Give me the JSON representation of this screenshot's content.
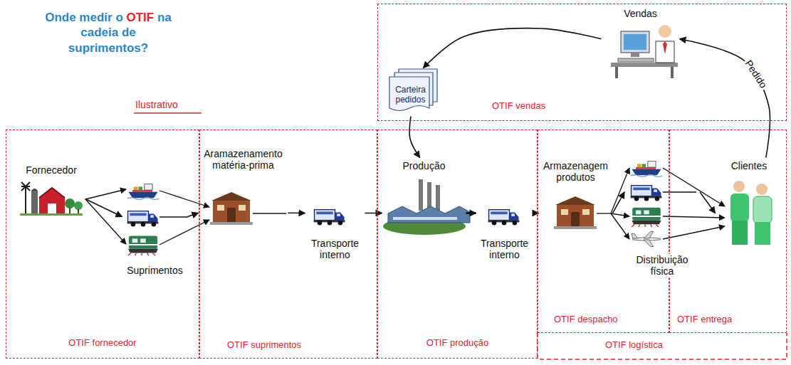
{
  "diagram": {
    "title": "Onde medir o OTIF na cadeia de suprimentos?",
    "nodes": [
      {
        "text": [
          "OTIF fornecedor"
        ]
      },
      {
        "text": [
          "Fornecedor"
        ],
        "in": 0
      },
      {
        "text": [
          "Suprimentos"
        ],
        "in": 0
      },
      {
        "text": [
          "OTIF suprimentos"
        ]
      },
      {
        "text": [
          "Aramazenamento matéria-prima"
        ],
        "in": 3
      },
      {
        "text": [
          "Transporte interno"
        ],
        "in": 3
      },
      {
        "text": [
          "OTIF produção"
        ]
      },
      {
        "text": [
          "Produção"
        ],
        "in": 6
      },
      {
        "text": [
          "Transporte interno"
        ],
        "in": 6
      },
      {
        "text": [
          "OTIF despacho"
        ]
      },
      {
        "text": [
          "Armazenagem produtos"
        ],
        "in": 9
      },
      {
        "text": [
          "Distribuição física"
        ]
      },
      {
        "text": [
          "OTIF entrega"
        ]
      },
      {
        "text": [
          "Clientes"
        ],
        "in": 12
      },
      {
        "text": [
          "OTIF vendas"
        ]
      },
      {
        "text": [
          "Vendas"
        ],
        "in": 14
      },
      {
        "text": [
          "Carteira pedidos"
        ],
        "in": 14
      }
    ],
    "edges": [
      {
        "from": 1,
        "to": 2,
        "arrow": "to"
      },
      {
        "from": 2,
        "to": 4,
        "arrow": "to"
      },
      {
        "from": 4,
        "to": 5,
        "arrow": "to"
      },
      {
        "from": 5,
        "to": 7,
        "arrow": "to"
      },
      {
        "from": 7,
        "to": 8,
        "arrow": "to"
      },
      {
        "from": 8,
        "to": 10,
        "arrow": "to"
      },
      {
        "from": 10,
        "to": 11,
        "arrow": "to"
      },
      {
        "from": 11,
        "to": 13,
        "arrow": "to"
      },
      {
        "from": 13,
        "to": 15,
        "label": "Pedido",
        "arrow": "to"
      },
      {
        "from": 15,
        "to": 16,
        "arrow": "to"
      },
      {
        "from": 16,
        "to": 7,
        "arrow": "to"
      }
    ],
    "labels": [
      "Ilustrativo",
      "OTIF logística"
    ]
  }
}
